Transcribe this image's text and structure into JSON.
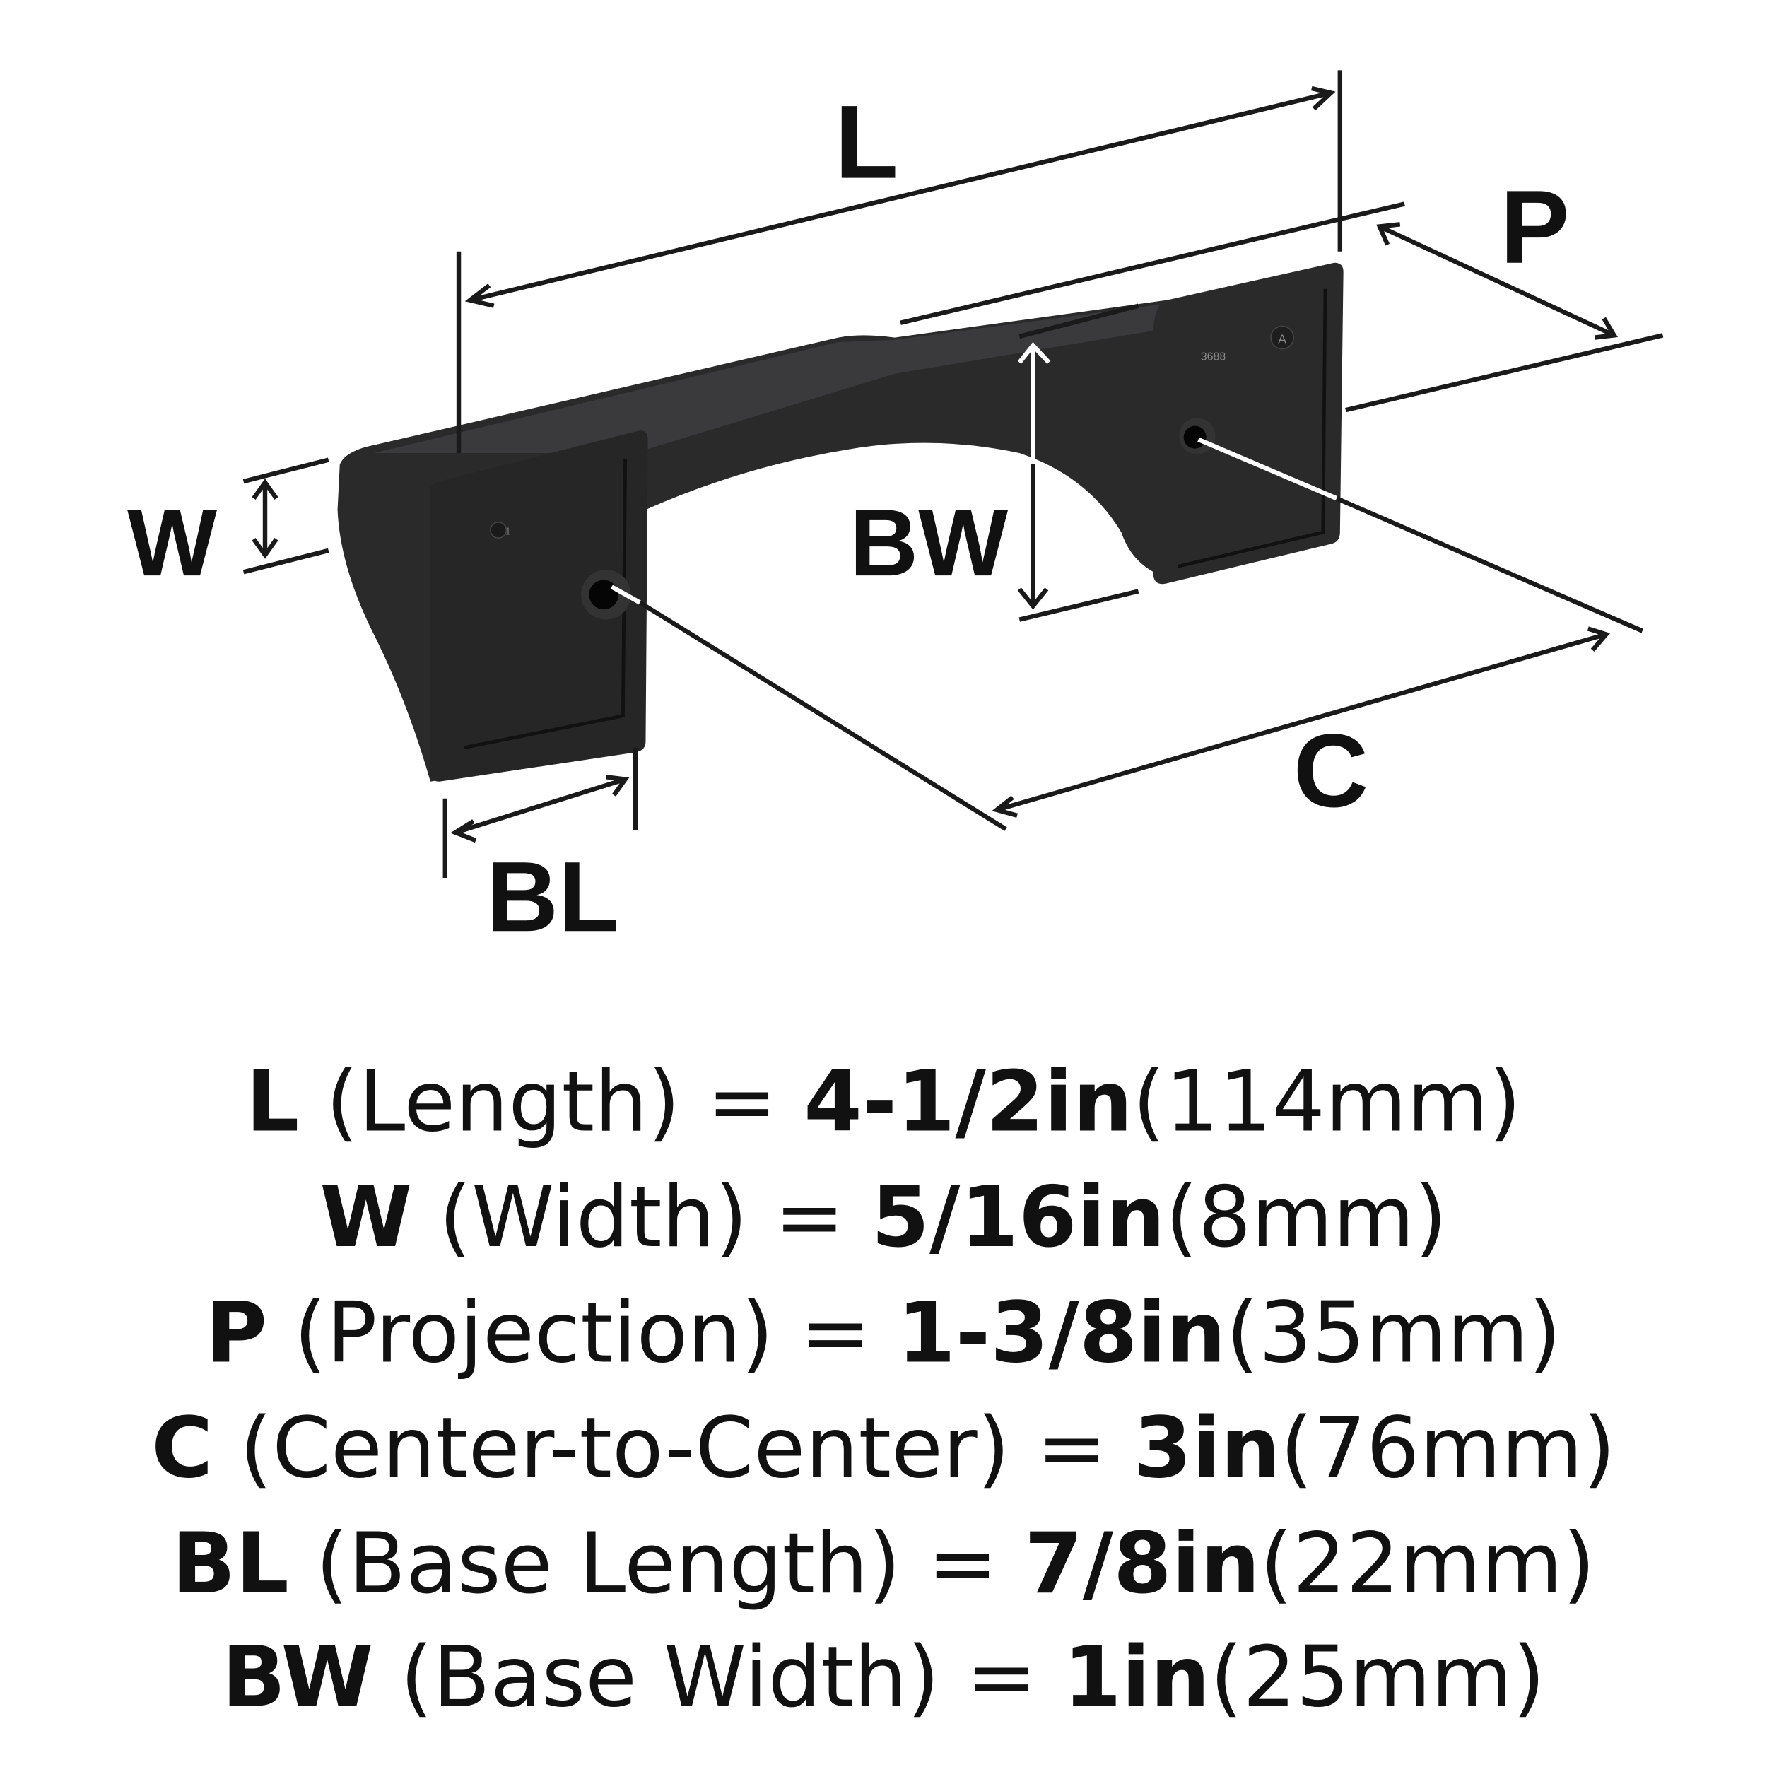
{
  "labels": {
    "L": "L",
    "P": "P",
    "W": "W",
    "BW": "BW",
    "C": "C",
    "BL": "BL"
  },
  "part_markings": {
    "number": "3688",
    "letter": "A",
    "small": "1"
  },
  "specs": [
    {
      "key": "L",
      "name": " (Length) = ",
      "imperial": "4-1/2in",
      "metric": "(114mm)"
    },
    {
      "key": "W",
      "name": " (Width) = ",
      "imperial": "5/16in",
      "metric": "(8mm)"
    },
    {
      "key": "P",
      "name": " (Projection) = ",
      "imperial": "1-3/8in",
      "metric": "(35mm)"
    },
    {
      "key": "C",
      "name": " (Center-to-Center) = ",
      "imperial": "3in",
      "metric": "(76mm)"
    },
    {
      "key": "BL",
      "name": " (Base Length) = ",
      "imperial": "7/8in",
      "metric": "(22mm)"
    },
    {
      "key": "BW",
      "name": " (Base Width) = ",
      "imperial": "1in",
      "metric": "(25mm)"
    }
  ],
  "colors": {
    "product": "#2a2a2b",
    "line": "#1a1a1a"
  }
}
